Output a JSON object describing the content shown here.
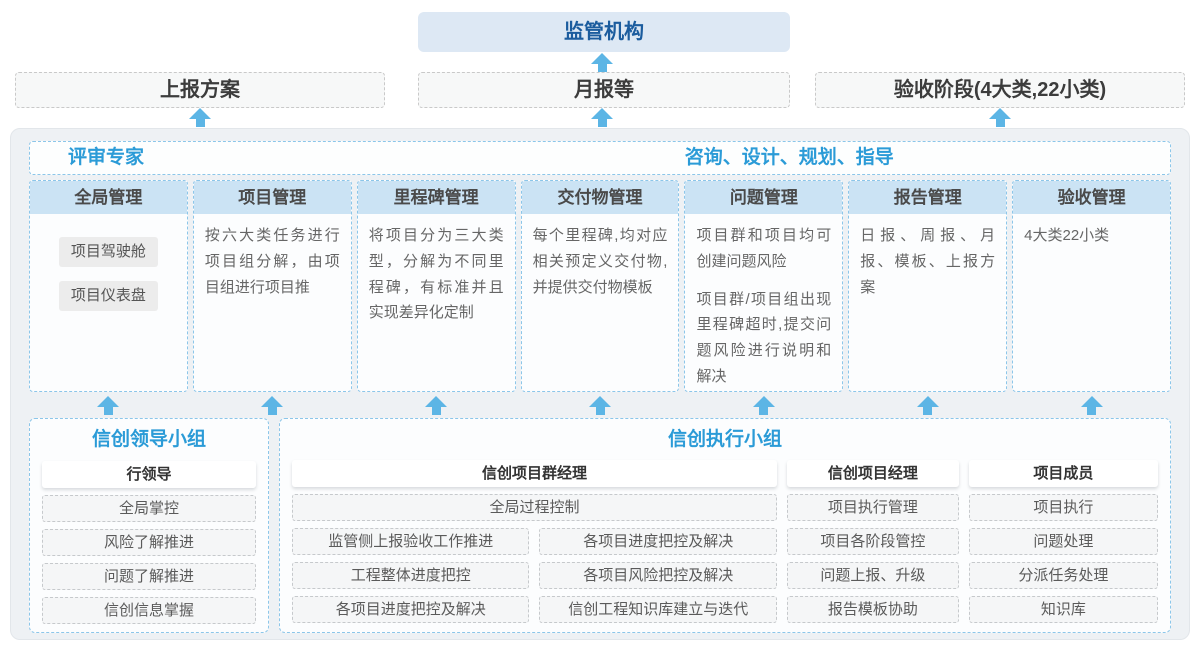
{
  "top": {
    "regulator_label": "监管机构"
  },
  "report_row": {
    "plan": "上报方案",
    "monthly": "月报等",
    "acceptance": "验收阶段(4大类,22小类)"
  },
  "platform": {
    "left_header": "评审专家",
    "right_header": "咨询、设计、规划、指导",
    "columns": [
      {
        "title": "全局管理",
        "chips": [
          "项目驾驶舱",
          "项目仪表盘"
        ]
      },
      {
        "title": "项目管理",
        "paragraphs": [
          "按六大类任务进行项目组分解，由项目组进行项目推"
        ]
      },
      {
        "title": "里程碑管理",
        "paragraphs": [
          "将项目分为三大类型，分解为不同里程碑，有标准并且实现差异化定制"
        ]
      },
      {
        "title": "交付物管理",
        "paragraphs": [
          "每个里程碑,均对应相关预定义交付物,并提供交付物模板"
        ]
      },
      {
        "title": "问题管理",
        "paragraphs": [
          "项目群和项目均可创建问题风险",
          "项目群/项目组出现里程碑超时,提交问题风险进行说明和解决"
        ]
      },
      {
        "title": "报告管理",
        "paragraphs": [
          "日报、周报、月报、模板、上报方案"
        ]
      },
      {
        "title": "验收管理",
        "paragraphs": [
          "4大类22小类"
        ]
      }
    ]
  },
  "groups": {
    "leader": {
      "title": "信创领导小组",
      "role": "行领导",
      "items": [
        "全局掌控",
        "风险了解推进",
        "问题了解推进",
        "信创信息掌握"
      ]
    },
    "executor": {
      "title": "信创执行小组",
      "program_manager": {
        "role": "信创项目群经理",
        "full_item": "全局过程控制",
        "grid": [
          "监管侧上报验收工作推进",
          "各项目进度把控及解决",
          "工程整体进度把控",
          "各项目风险把控及解决",
          "各项目进度把控及解决",
          "信创工程知识库建立与迭代"
        ]
      },
      "project_manager": {
        "role": "信创项目经理",
        "items": [
          "项目执行管理",
          "项目各阶段管控",
          "问题上报、升级",
          "报告模板协助"
        ]
      },
      "member": {
        "role": "项目成员",
        "items": [
          "项目执行",
          "问题处理",
          "分派任务处理",
          "知识库"
        ]
      }
    }
  },
  "colors": {
    "accent_blue": "#2b9bd7",
    "regulator_text": "#1b5c9e",
    "regulator_bg": "#dde8f4",
    "arrow": "#5cb5e5",
    "column_header_bg": "#cbe3f4",
    "dashed_blue_border": "#8cc6e9",
    "platform_bg": "#eef1f4"
  }
}
